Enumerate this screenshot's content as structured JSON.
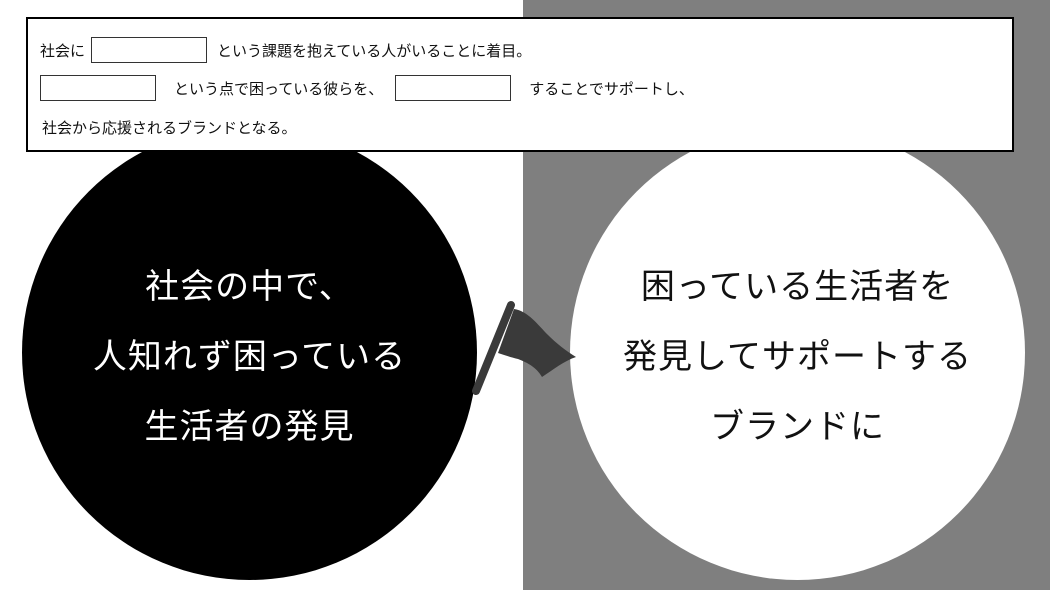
{
  "prompt": {
    "line1": {
      "before": "社会に",
      "after": "という課題を抱えている人がいることに着目。"
    },
    "line2": {
      "middle": "という点で困っている彼らを、",
      "after": "することでサポートし、"
    },
    "line3": "社会から応援されるブランドとなる。"
  },
  "left_circle": {
    "lines": [
      "社会の中で、",
      "人知れず困っている",
      "生活者の発見"
    ]
  },
  "right_circle": {
    "lines": [
      "困っている生活者を",
      "発見してサポートする",
      "ブランドに"
    ]
  },
  "colors": {
    "left_circle": "#000000",
    "right_panel": "#7f7f7f",
    "right_circle": "#ffffff",
    "flag": "#3a3a3a"
  },
  "icons": {
    "flag": "flag-icon"
  }
}
